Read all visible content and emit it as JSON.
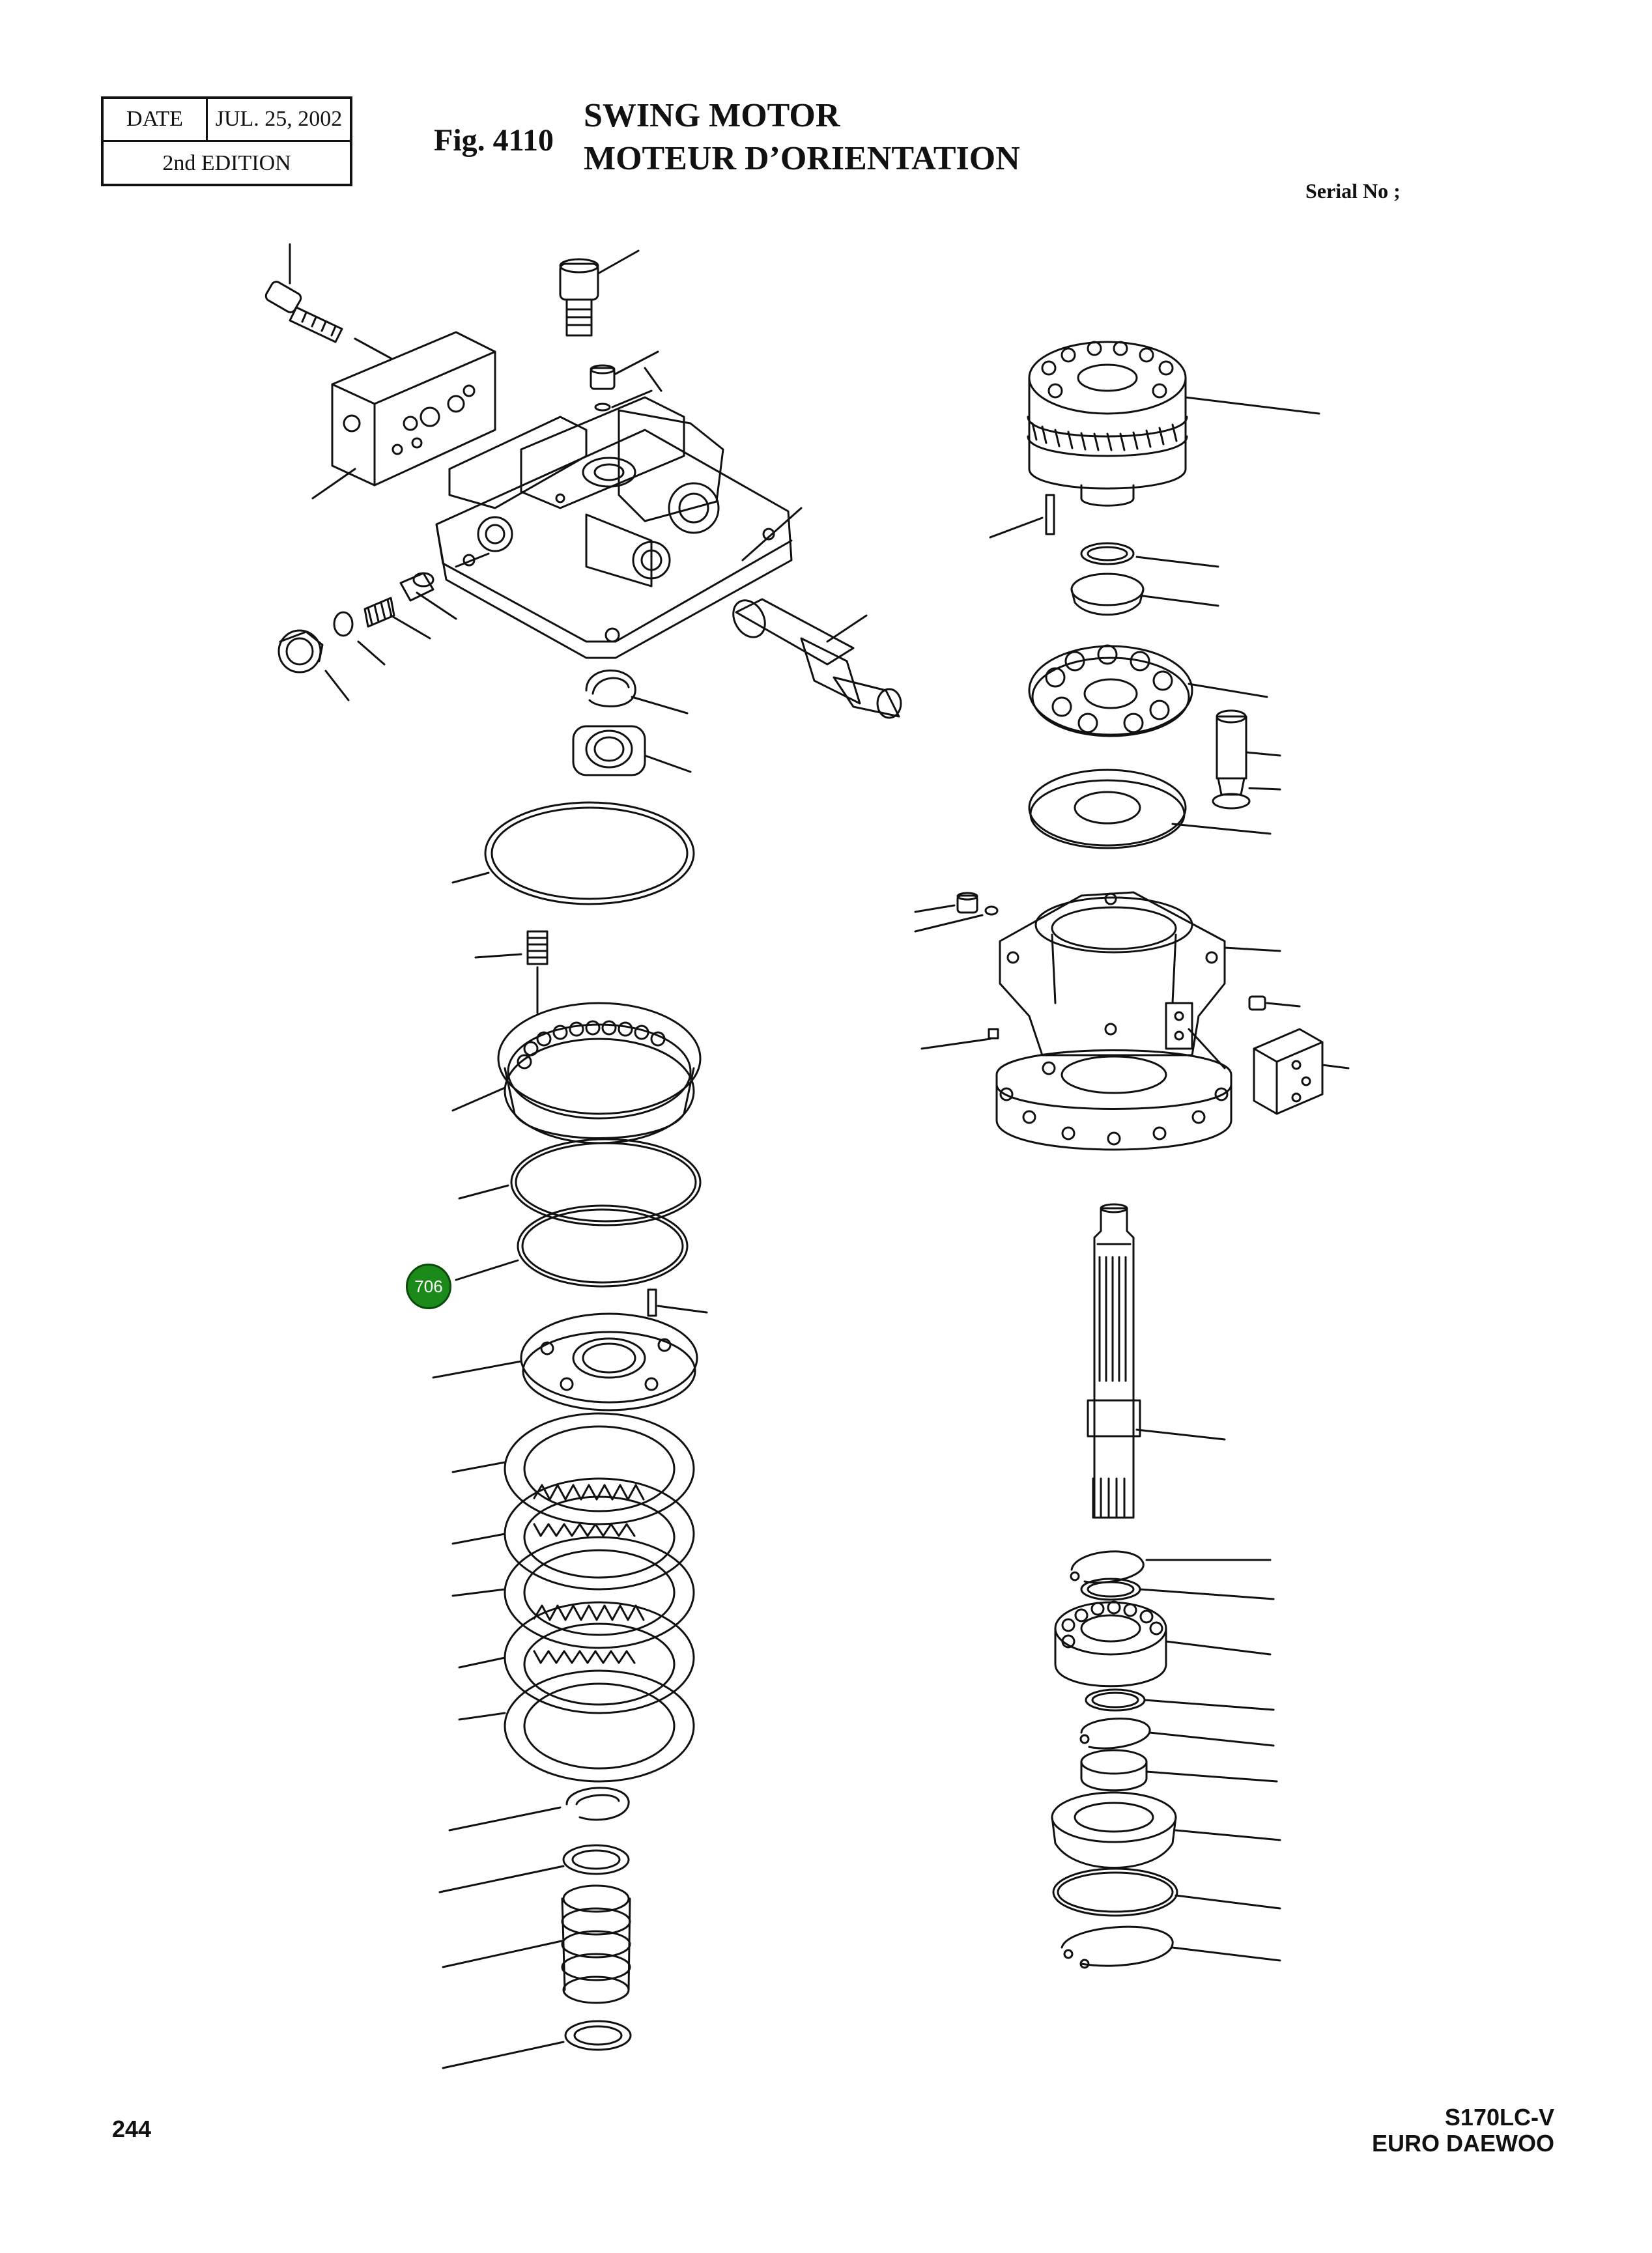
{
  "header": {
    "date_label": "DATE",
    "date_value": "JUL. 25, 2002",
    "edition": "2nd  EDITION",
    "fig_number": "Fig. 4110",
    "title_en": "SWING MOTOR",
    "title_fr": "MOTEUR D’ORIENTATION",
    "serial": "Serial No ;"
  },
  "callouts": [
    {
      "label": "706",
      "color": "#1b8a1b"
    }
  ],
  "footer": {
    "page_number": "244",
    "model": "S170LC-V",
    "brand": "EURO DAEWOO"
  }
}
